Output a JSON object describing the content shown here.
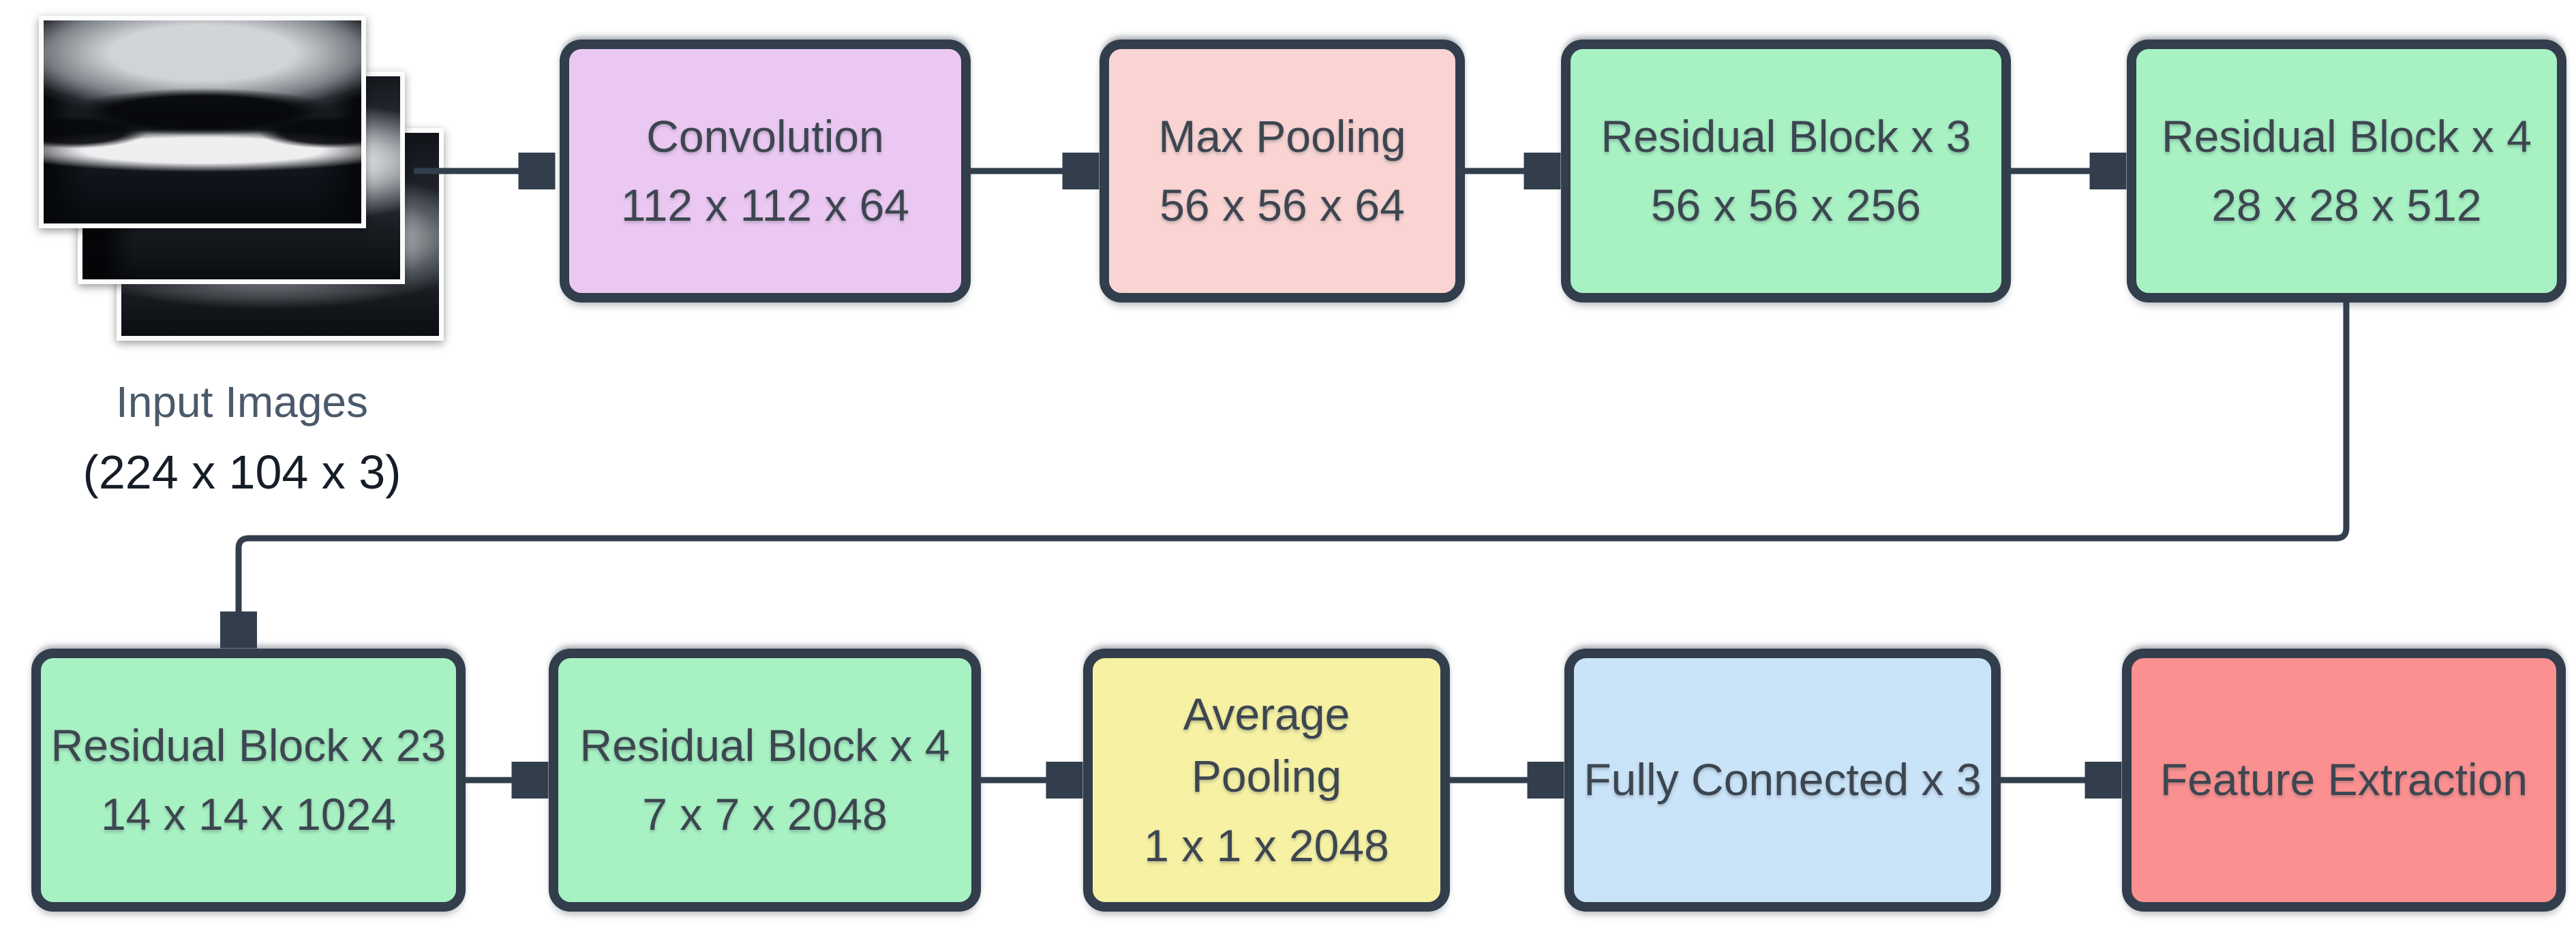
{
  "diagram_title": "ResNet feature-extraction pipeline",
  "palette": {
    "outline": "#323e4c",
    "arrow": "#323e4c",
    "block_text": "#3d4650",
    "caption_title": "#4b5a6a",
    "caption_dims": "#161d26",
    "lavender": "#ebc8f2",
    "pink": "#f9d4d2",
    "green": "#a7f1c3",
    "yellow": "#f6f1a3",
    "blue": "#c9e3f8",
    "salmon": "#fa9090"
  },
  "input_stack": {
    "label": "Input Images",
    "dims": "(224 x 104 x 3)",
    "image_count": 3,
    "image_content": "knee x-ray radiographs"
  },
  "blocks": [
    {
      "id": "convolution",
      "title": "Convolution",
      "dims": "112 x 112 x 64",
      "fill": "#ebc8f2",
      "row": 1
    },
    {
      "id": "max-pooling",
      "title": "Max Pooling",
      "dims": "56 x 56 x 64",
      "fill": "#f9d4d2",
      "row": 1
    },
    {
      "id": "residual-block-x3",
      "title": "Residual Block x 3",
      "dims": "56 x 56 x 256",
      "fill": "#a7f1c3",
      "row": 1
    },
    {
      "id": "residual-block-x4-top",
      "title": "Residual Block x 4",
      "dims": "28 x 28 x 512",
      "fill": "#a7f1c3",
      "row": 1
    },
    {
      "id": "residual-block-x23",
      "title": "Residual Block x 23",
      "dims": "14 x 14 x 1024",
      "fill": "#a7f1c3",
      "row": 2
    },
    {
      "id": "residual-block-x4-bot",
      "title": "Residual Block x 4",
      "dims": "7 x 7 x 2048",
      "fill": "#a7f1c3",
      "row": 2
    },
    {
      "id": "average-pooling",
      "title": "Average\nPooling",
      "dims": "1 x 1 x 2048",
      "fill": "#f6f1a3",
      "row": 2
    },
    {
      "id": "fully-connected-x3",
      "title": "Fully Connected x 3",
      "dims": "",
      "fill": "#c9e3f8",
      "row": 2
    },
    {
      "id": "feature-extraction",
      "title": "Feature Extraction",
      "dims": "",
      "fill": "#fa9090",
      "row": 2
    }
  ],
  "edges": [
    {
      "from": "input-images",
      "to": "convolution"
    },
    {
      "from": "convolution",
      "to": "max-pooling"
    },
    {
      "from": "max-pooling",
      "to": "residual-block-x3"
    },
    {
      "from": "residual-block-x3",
      "to": "residual-block-x4-top"
    },
    {
      "from": "residual-block-x4-top",
      "to": "residual-block-x23"
    },
    {
      "from": "residual-block-x23",
      "to": "residual-block-x4-bot"
    },
    {
      "from": "residual-block-x4-bot",
      "to": "average-pooling"
    },
    {
      "from": "average-pooling",
      "to": "fully-connected-x3"
    },
    {
      "from": "fully-connected-x3",
      "to": "feature-extraction"
    }
  ]
}
